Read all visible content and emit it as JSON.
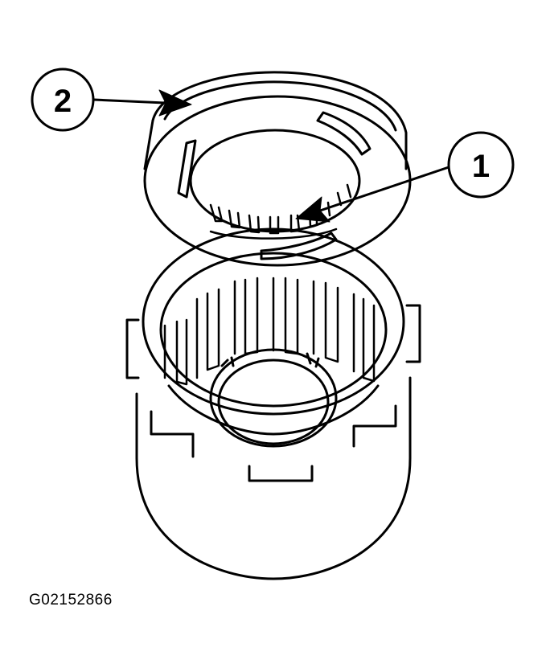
{
  "callouts": [
    {
      "number": "1"
    },
    {
      "number": "2"
    }
  ],
  "figure_id": "G02152866",
  "colors": {
    "line": "#000000",
    "background": "#ffffff"
  }
}
